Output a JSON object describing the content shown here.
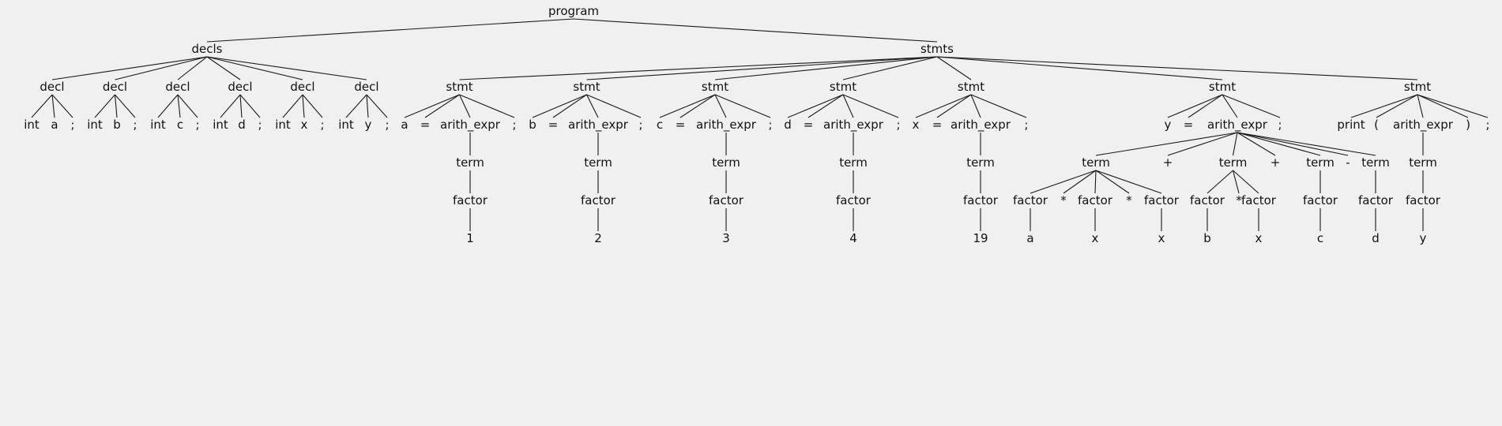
{
  "tree": {
    "label": "program",
    "children": [
      {
        "label": "decls",
        "children": [
          {
            "label": "decl",
            "children": [
              {
                "label": "int"
              },
              {
                "label": "a"
              },
              {
                "label": ";"
              }
            ]
          },
          {
            "label": "decl",
            "children": [
              {
                "label": "int"
              },
              {
                "label": "b"
              },
              {
                "label": ";"
              }
            ]
          },
          {
            "label": "decl",
            "children": [
              {
                "label": "int"
              },
              {
                "label": "c"
              },
              {
                "label": ";"
              }
            ]
          },
          {
            "label": "decl",
            "children": [
              {
                "label": "int"
              },
              {
                "label": "d"
              },
              {
                "label": ";"
              }
            ]
          },
          {
            "label": "decl",
            "children": [
              {
                "label": "int"
              },
              {
                "label": "x"
              },
              {
                "label": ";"
              }
            ]
          },
          {
            "label": "decl",
            "children": [
              {
                "label": "int"
              },
              {
                "label": "y"
              },
              {
                "label": ";"
              }
            ]
          }
        ]
      },
      {
        "label": "stmts",
        "children": [
          {
            "label": "stmt",
            "children": [
              {
                "label": "a"
              },
              {
                "label": "="
              },
              {
                "label": "arith_expr",
                "children": [
                  {
                    "label": "term",
                    "children": [
                      {
                        "label": "factor",
                        "children": [
                          {
                            "label": "1"
                          }
                        ]
                      }
                    ]
                  }
                ]
              },
              {
                "label": ";"
              }
            ]
          },
          {
            "label": "stmt",
            "children": [
              {
                "label": "b"
              },
              {
                "label": "="
              },
              {
                "label": "arith_expr",
                "children": [
                  {
                    "label": "term",
                    "children": [
                      {
                        "label": "factor",
                        "children": [
                          {
                            "label": "2"
                          }
                        ]
                      }
                    ]
                  }
                ]
              },
              {
                "label": ";"
              }
            ]
          },
          {
            "label": "stmt",
            "children": [
              {
                "label": "c"
              },
              {
                "label": "="
              },
              {
                "label": "arith_expr",
                "children": [
                  {
                    "label": "term",
                    "children": [
                      {
                        "label": "factor",
                        "children": [
                          {
                            "label": "3"
                          }
                        ]
                      }
                    ]
                  }
                ]
              },
              {
                "label": ";"
              }
            ]
          },
          {
            "label": "stmt",
            "children": [
              {
                "label": "d"
              },
              {
                "label": "="
              },
              {
                "label": "arith_expr",
                "children": [
                  {
                    "label": "term",
                    "children": [
                      {
                        "label": "factor",
                        "children": [
                          {
                            "label": "4"
                          }
                        ]
                      }
                    ]
                  }
                ]
              },
              {
                "label": ";"
              }
            ]
          },
          {
            "label": "stmt",
            "children": [
              {
                "label": "x"
              },
              {
                "label": "="
              },
              {
                "label": "arith_expr",
                "children": [
                  {
                    "label": "term",
                    "children": [
                      {
                        "label": "factor",
                        "children": [
                          {
                            "label": "19"
                          }
                        ]
                      }
                    ]
                  }
                ]
              },
              {
                "label": ";"
              }
            ]
          },
          {
            "label": "stmt",
            "children": [
              {
                "label": "y"
              },
              {
                "label": "="
              },
              {
                "label": "arith_expr",
                "children": [
                  {
                    "label": "term",
                    "children": [
                      {
                        "label": "factor",
                        "children": [
                          {
                            "label": "a"
                          }
                        ]
                      },
                      {
                        "label": "*"
                      },
                      {
                        "label": "factor",
                        "children": [
                          {
                            "label": "x"
                          }
                        ]
                      },
                      {
                        "label": "*"
                      },
                      {
                        "label": "factor",
                        "children": [
                          {
                            "label": "x"
                          }
                        ]
                      }
                    ]
                  },
                  {
                    "label": "+"
                  },
                  {
                    "label": "term",
                    "children": [
                      {
                        "label": "factor",
                        "children": [
                          {
                            "label": "b"
                          }
                        ]
                      },
                      {
                        "label": "*"
                      },
                      {
                        "label": "factor",
                        "children": [
                          {
                            "label": "x"
                          }
                        ]
                      }
                    ]
                  },
                  {
                    "label": "+"
                  },
                  {
                    "label": "term",
                    "children": [
                      {
                        "label": "factor",
                        "children": [
                          {
                            "label": "c"
                          }
                        ]
                      }
                    ]
                  },
                  {
                    "label": "-"
                  },
                  {
                    "label": "term",
                    "children": [
                      {
                        "label": "factor",
                        "children": [
                          {
                            "label": "d"
                          }
                        ]
                      }
                    ]
                  }
                ]
              },
              {
                "label": ";"
              }
            ]
          },
          {
            "label": "stmt",
            "children": [
              {
                "label": "print"
              },
              {
                "label": "("
              },
              {
                "label": "arith_expr",
                "children": [
                  {
                    "label": "term",
                    "children": [
                      {
                        "label": "factor",
                        "children": [
                          {
                            "label": "y"
                          }
                        ]
                      }
                    ]
                  }
                ]
              },
              {
                "label": ")"
              },
              {
                "label": ";"
              }
            ]
          }
        ]
      }
    ]
  }
}
